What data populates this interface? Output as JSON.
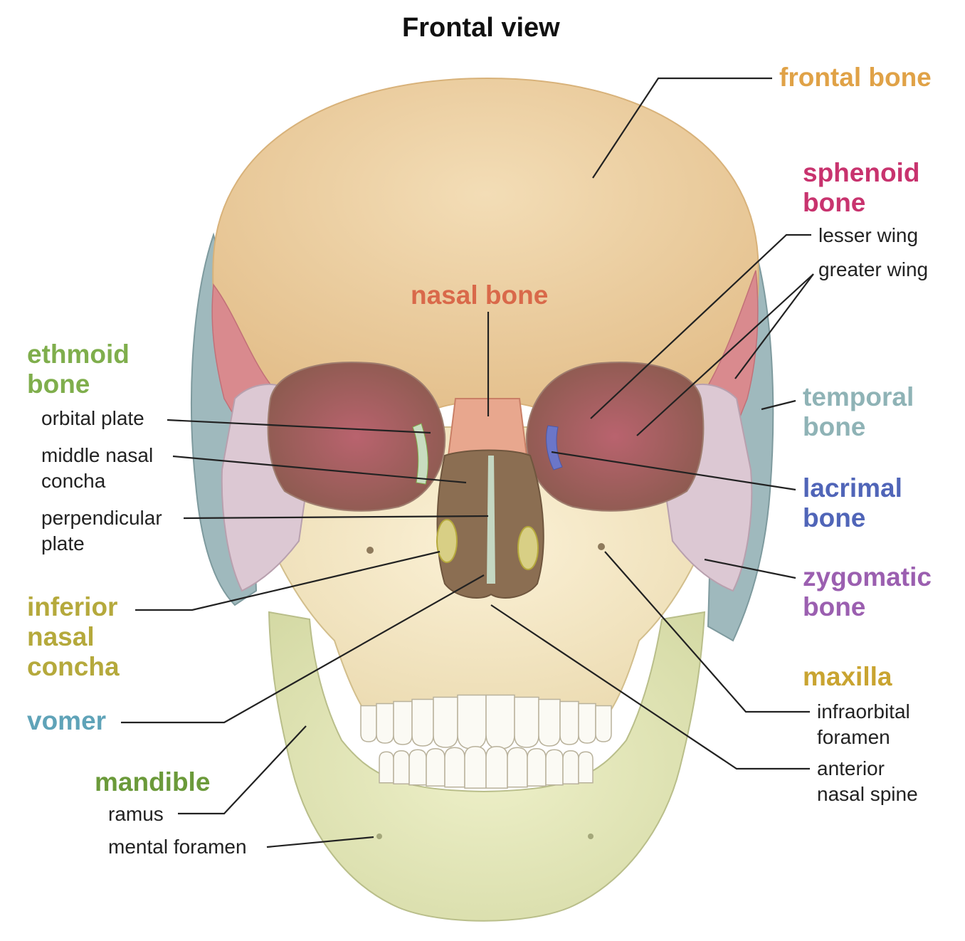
{
  "title": "Frontal view",
  "colors": {
    "frontal": "#E0A247",
    "sphenoid": "#C8336E",
    "nasal": "#D9694A",
    "ethmoid": "#7FAE4C",
    "temporal": "#8FB3B6",
    "lacrimal": "#5065B8",
    "zygomatic": "#9B5FB0",
    "inferior_concha": "#B5A93C",
    "maxilla": "#C9A431",
    "vomer": "#5FA3B8",
    "mandible": "#6B9A3A"
  },
  "labels": {
    "frontal_bone": "frontal bone",
    "sphenoid_bone": [
      "sphenoid",
      "bone"
    ],
    "lesser_wing": "lesser wing",
    "greater_wing": "greater wing",
    "nasal_bone": "nasal bone",
    "ethmoid_bone": [
      "ethmoid",
      "bone"
    ],
    "orbital_plate": "orbital plate",
    "middle_nasal_concha": [
      "middle nasal",
      "concha"
    ],
    "perpendicular_plate": [
      "perpendicular",
      "plate"
    ],
    "temporal_bone": [
      "temporal",
      "bone"
    ],
    "lacrimal_bone": [
      "lacrimal",
      "bone"
    ],
    "zygomatic_bone": [
      "zygomatic",
      "bone"
    ],
    "inferior_nasal_concha": [
      "inferior",
      "nasal",
      "concha"
    ],
    "vomer": "vomer",
    "maxilla": "maxilla",
    "infraorbital_foramen": [
      "infraorbital",
      "foramen"
    ],
    "anterior_nasal_spine": [
      "anterior",
      "nasal spine"
    ],
    "mandible": "mandible",
    "ramus": "ramus",
    "mental_foramen": "mental foramen"
  }
}
